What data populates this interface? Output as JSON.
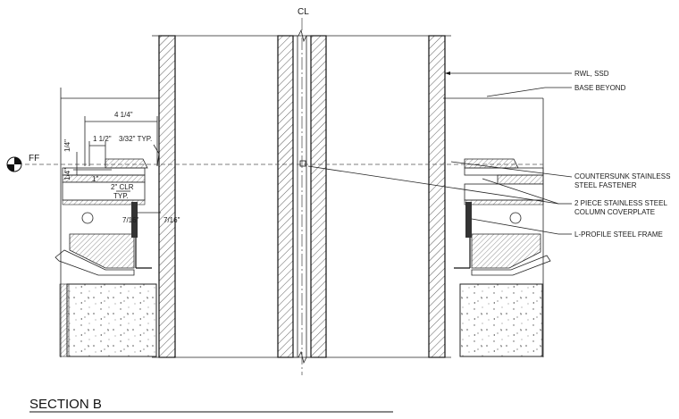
{
  "centerline_symbol": "CL",
  "floor_marker": {
    "label": "FF"
  },
  "dimensions": {
    "d_4_1_4": "4 1/4\"",
    "d_1_1_2": "1 1/2\"",
    "d_3_32_typ": "3/32\" TYP.",
    "d_1_4_a": "1/4\"",
    "d_1_4_b": "1/4\"",
    "d_1": "1\"",
    "d_2_clr": "2\" CLR",
    "d_typ": "TYP.",
    "d_7_16_a": "7/16\"",
    "d_7_16_b": "7/16\""
  },
  "callouts": {
    "rwl": "RWL, SSD",
    "base_beyond": "BASE BEYOND",
    "fastener_line1": "COUNTERSUNK STAINLESS",
    "fastener_line2": "STEEL FASTENER",
    "coverplate_line1": "2 PIECE STAINLESS STEEL",
    "coverplate_line2": "COLUMN COVERPLATE",
    "frame": "L-PROFILE STEEL FRAME"
  },
  "title": "SECTION B"
}
